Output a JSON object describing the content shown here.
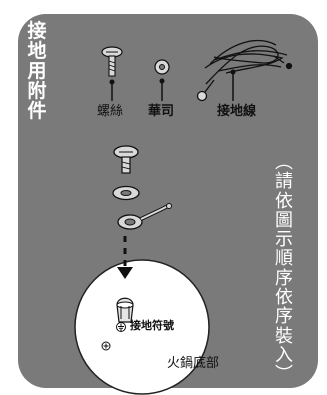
{
  "title_chars": [
    "接",
    "地",
    "用",
    "附",
    "件"
  ],
  "parts": {
    "screw_label": "螺絲",
    "washer_label": "華司",
    "wire_label": "接地線"
  },
  "note_chars": [
    "︵",
    "請",
    "依",
    "圖",
    "示",
    "順",
    "序",
    "依",
    "序",
    "裝",
    "入",
    "︶"
  ],
  "pot_bottom_label": "火鍋底部",
  "ground_symbol_label": "接地符號",
  "colors": {
    "panel": "#7a7a7a",
    "white": "#ffffff",
    "text": "#111111"
  }
}
